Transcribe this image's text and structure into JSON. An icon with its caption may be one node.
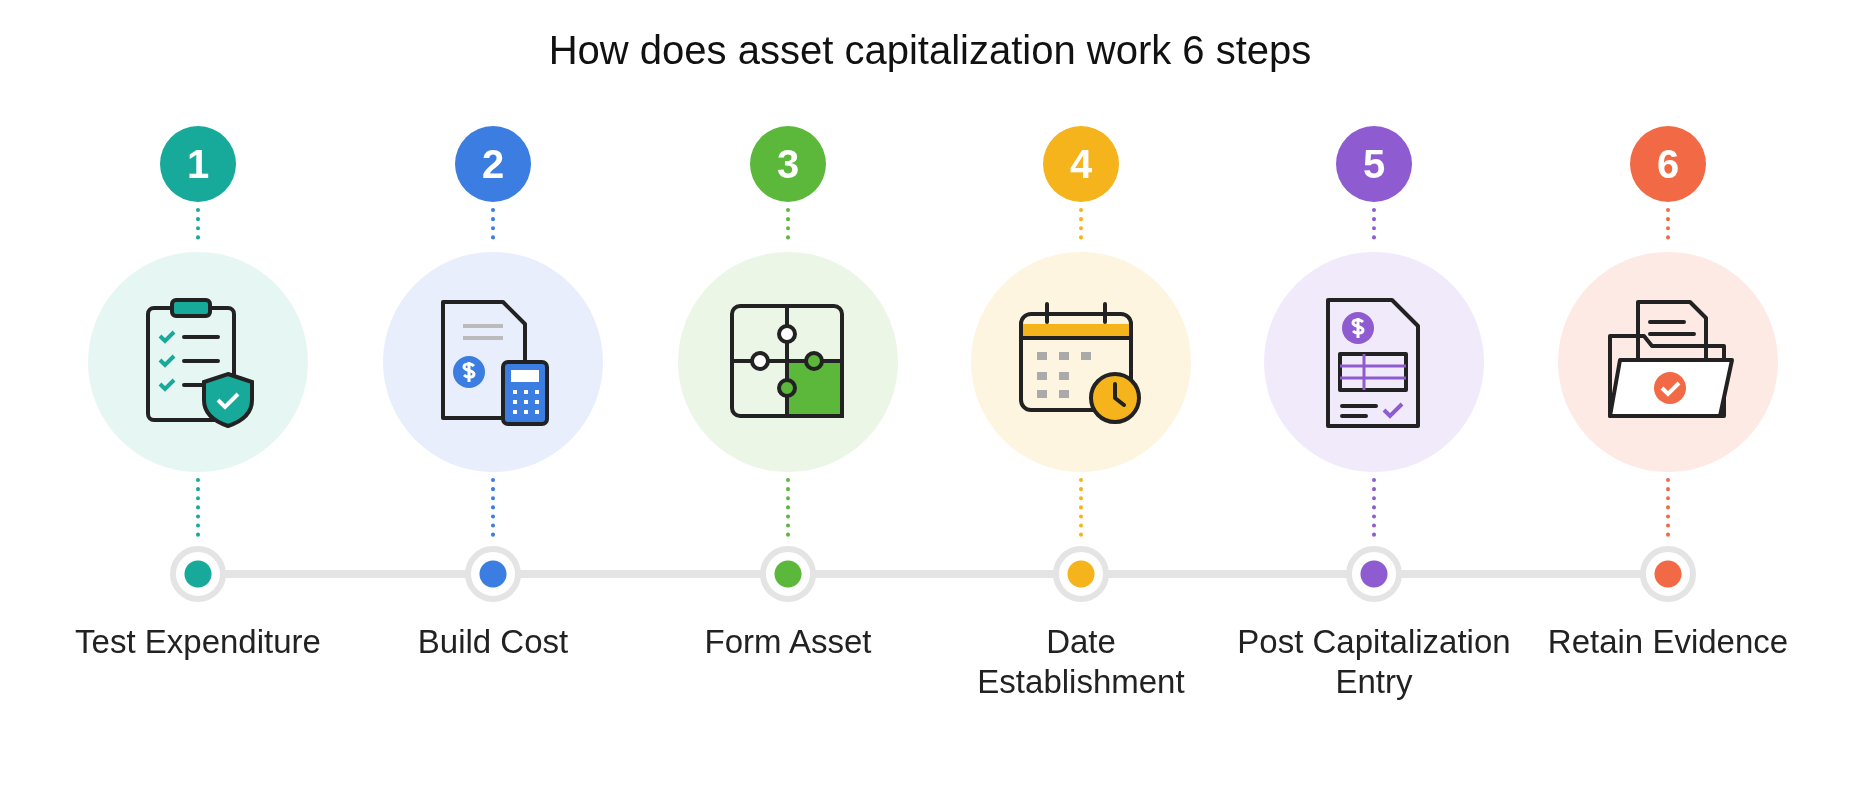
{
  "diagram": {
    "title": "How does asset capitalization work 6 steps",
    "nodes": [
      {
        "text": [
          "1"
        ]
      },
      {
        "text": [
          "2"
        ]
      },
      {
        "text": [
          "3"
        ]
      },
      {
        "text": [
          "4"
        ]
      },
      {
        "text": [
          "5"
        ]
      },
      {
        "text": [
          "6"
        ]
      },
      {
        "text": [],
        "shape": "circle"
      },
      {
        "text": [],
        "shape": "circle"
      },
      {
        "text": [],
        "shape": "circle"
      },
      {
        "text": [],
        "shape": "circle"
      },
      {
        "text": [],
        "shape": "circle"
      },
      {
        "text": [],
        "shape": "circle"
      },
      {
        "text": [],
        "shape": "circle",
        "beside": [
          "Test Expenditure"
        ]
      },
      {
        "text": [],
        "shape": "circle",
        "beside": [
          "Build Cost"
        ]
      },
      {
        "text": [],
        "shape": "circle",
        "beside": [
          "Form Asset"
        ]
      },
      {
        "text": [],
        "shape": "circle",
        "beside": [
          "Date Establishment"
        ]
      },
      {
        "text": [],
        "shape": "circle",
        "beside": [
          "Post Capitalization Entry"
        ]
      },
      {
        "text": [],
        "shape": "circle",
        "beside": [
          "Retain Evidence"
        ]
      }
    ],
    "edges": [
      {
        "from": 0,
        "to": 6,
        "arrow": "none",
        "style": "dashed",
        "color": "#17a99a"
      },
      {
        "from": 6,
        "to": 12,
        "arrow": "none",
        "style": "dashed",
        "color": "#17a99a"
      },
      {
        "from": 1,
        "to": 7,
        "arrow": "none",
        "style": "dashed",
        "color": "#3b7de0"
      },
      {
        "from": 7,
        "to": 13,
        "arrow": "none",
        "style": "dashed",
        "color": "#3b7de0"
      },
      {
        "from": 2,
        "to": 8,
        "arrow": "none",
        "style": "dashed",
        "color": "#5cb83a"
      },
      {
        "from": 8,
        "to": 14,
        "arrow": "none",
        "style": "dashed",
        "color": "#5cb83a"
      },
      {
        "from": 3,
        "to": 9,
        "arrow": "none",
        "style": "dashed",
        "color": "#f5b31c"
      },
      {
        "from": 9,
        "to": 15,
        "arrow": "none",
        "style": "dashed",
        "color": "#f5b31c"
      },
      {
        "from": 4,
        "to": 10,
        "arrow": "none",
        "style": "dashed",
        "color": "#8e5cd0"
      },
      {
        "from": 10,
        "to": 16,
        "arrow": "none",
        "style": "dashed",
        "color": "#8e5cd0"
      },
      {
        "from": 5,
        "to": 11,
        "arrow": "none",
        "style": "dashed",
        "color": "#f26a45"
      },
      {
        "from": 11,
        "to": 17,
        "arrow": "none",
        "style": "dashed",
        "color": "#f26a45"
      },
      {
        "from": 12,
        "to": 13,
        "arrow": "none",
        "style": "thick"
      },
      {
        "from": 13,
        "to": 14,
        "arrow": "none",
        "style": "thick"
      },
      {
        "from": 14,
        "to": 15,
        "arrow": "none",
        "style": "thick"
      },
      {
        "from": 15,
        "to": 16,
        "arrow": "none",
        "style": "thick"
      },
      {
        "from": 16,
        "to": 17,
        "arrow": "none",
        "style": "thick"
      }
    ]
  }
}
